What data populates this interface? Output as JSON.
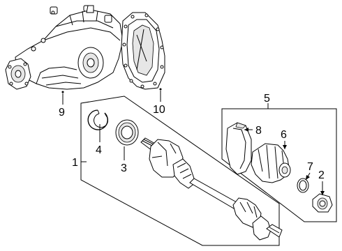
{
  "callouts": {
    "c1": "1",
    "c2": "2",
    "c3": "3",
    "c4": "4",
    "c5": "5",
    "c6": "6",
    "c7": "7",
    "c8": "8",
    "c9": "9",
    "c10": "10"
  },
  "colors": {
    "line": "#000000",
    "background": "#ffffff",
    "shading": "#e6e6e6"
  }
}
